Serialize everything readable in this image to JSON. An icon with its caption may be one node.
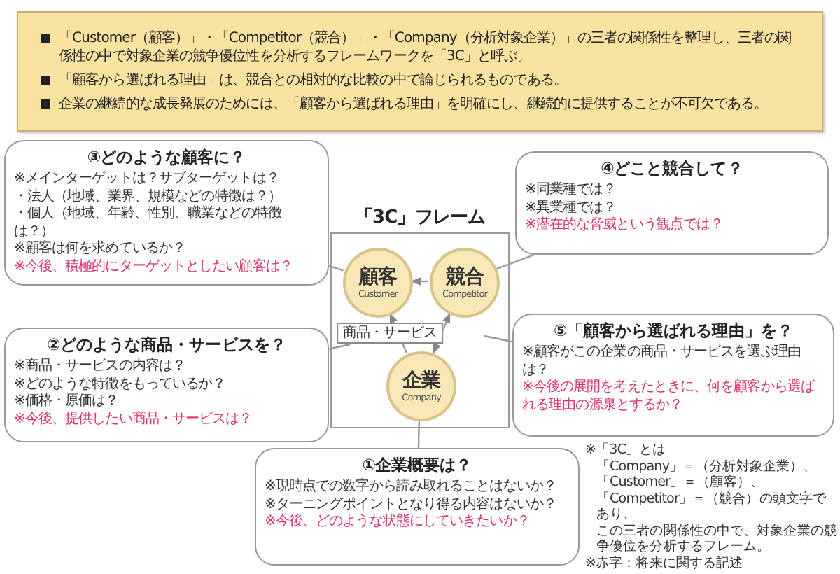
{
  "diagram": {
    "nodes": [
      {
        "text": [
          "「Customer（顧客）」・「Competitor（競合）」・「Company（分析対象企業）」の三者の関係性を整理し、三者の関係性の中で対象企業の競争優位性を分析するフレームワークを「3C」と呼ぶ。",
          "「顧客から選ばれる理由」は、競合との相対的な比較の中で論じられるものである。",
          "企業の継続的な成長発展のためには、「顧客から選ばれる理由」を明確にし、継続的に提供することが不可欠である。"
        ]
      },
      {
        "text": [
          "③どのような顧客に？",
          "※メインターゲットは？サブターゲットは？",
          "・法人（地域、業界、規模などの特徴は？）",
          "・個人（地域、年齢、性別、職業などの特徴は？）",
          "※顧客は何を求めているか？",
          "※今後、積極的にターゲットとしたい顧客は？"
        ]
      },
      {
        "text": [
          "④どこと競合して？",
          "※同業種では？",
          "※異業種では？",
          "※潜在的な脅威という観点では？"
        ]
      },
      {
        "text": [
          "「3C」フレーム"
        ]
      },
      {
        "text": [
          "顧客",
          "Customer"
        ],
        "in": 3
      },
      {
        "text": [
          "競合",
          "Competitor"
        ],
        "in": 3
      },
      {
        "text": [
          "企業",
          "Company"
        ],
        "in": 3
      },
      {
        "text": [
          "②どのような商品・サービスを？",
          "※商品・サービスの内容は？",
          "※どのような特徴をもっているか？",
          "※価格・原価は？",
          "※今後、提供したい商品・サービスは？"
        ]
      },
      {
        "text": [
          "⑤「顧客から選ばれる理由」を？",
          "※顧客がこの企業の商品・サービスを選ぶ理由は？",
          "※今後の展開を考えたときに、何を顧客から選ばれる理由の源泉とするか？"
        ]
      },
      {
        "text": [
          "①企業概要は？",
          "※現時点での数字から読み取れることはないか？",
          "※ターニングポイントとなり得る内容はないか？",
          "※今後、どのような状態にしていきたいか？"
        ]
      }
    ],
    "edges": [
      {
        "from": 5,
        "to": 4,
        "arrow": "to"
      },
      {
        "from": 6,
        "to": 5,
        "arrow": "both"
      },
      {
        "from": 6,
        "to": 4,
        "arrow": "to",
        "label": "商品・サービス"
      },
      {
        "from": 1,
        "to": 4,
        "arrow": "none"
      },
      {
        "from": 2,
        "to": 5,
        "arrow": "none"
      },
      {
        "from": 7,
        "to": null,
        "arrow": "none"
      },
      {
        "from": 8,
        "to": null,
        "arrow": "none"
      },
      {
        "from": 9,
        "to": 6,
        "arrow": "none"
      }
    ],
    "labels": [
      "※「3C」とは",
      "「Company」＝（分析対象企業）、",
      "「Customer」＝（顧客）、",
      "「Competitor」＝（競合）の頭文字であり、",
      "この三者の関係性の中で、対象企業の競争優位を分析するフレーム。",
      "※赤字：将来に関する記述"
    ]
  }
}
